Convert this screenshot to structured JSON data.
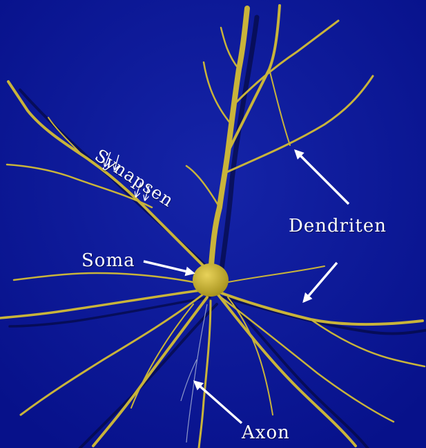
{
  "labels": {
    "synapses": "Synapsen",
    "dendrites": "Dendriten",
    "soma": "Soma",
    "axon": "Axon"
  },
  "colors": {
    "background": "#0a1690",
    "neuron": "#c9b43a",
    "neuron_shadow": "#04083a",
    "label": "#ffffff"
  }
}
